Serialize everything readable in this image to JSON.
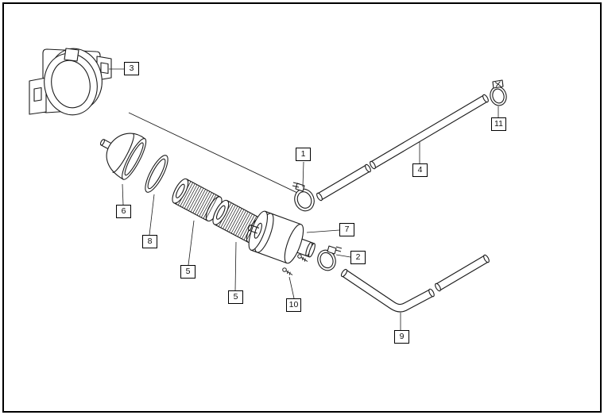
{
  "figure": {
    "type": "exploded-parts-diagram",
    "background_color": "#ffffff",
    "line_color": "#1c1c1c",
    "frame_border_color": "#000000",
    "callouts": [
      {
        "part": "3"
      },
      {
        "part": "6"
      },
      {
        "part": "8"
      },
      {
        "part": "5"
      },
      {
        "part": "5"
      },
      {
        "part": "1"
      },
      {
        "part": "7"
      },
      {
        "part": "10"
      },
      {
        "part": "2"
      },
      {
        "part": "4"
      },
      {
        "part": "9"
      },
      {
        "part": "11"
      }
    ]
  }
}
